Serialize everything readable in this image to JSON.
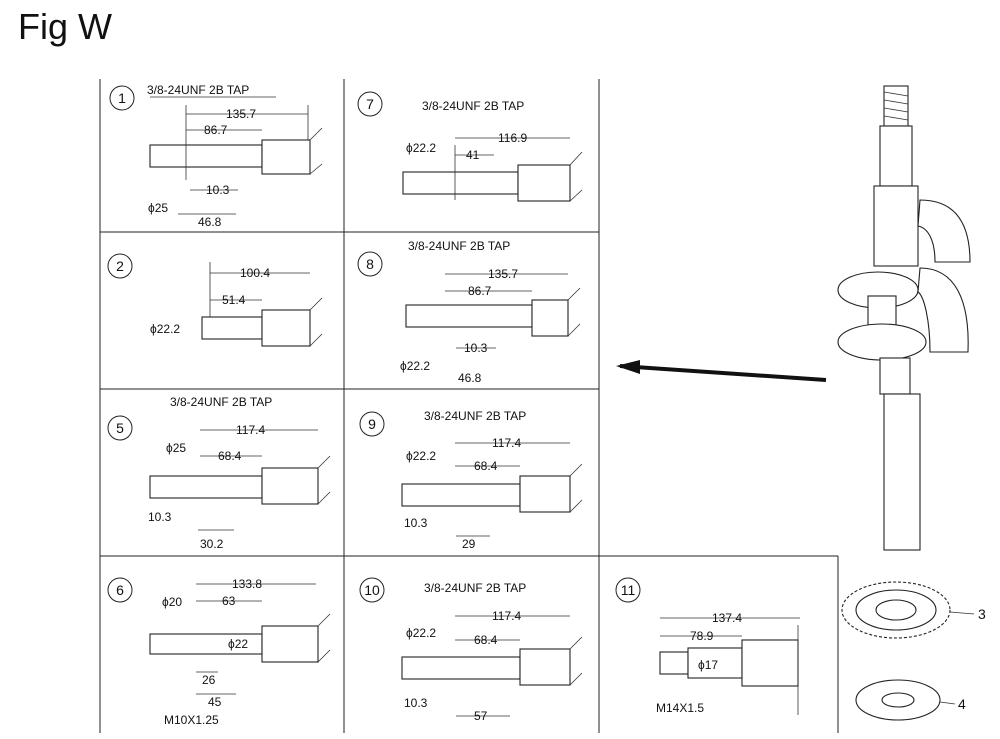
{
  "figure_title": "Fig W",
  "panels": [
    {
      "id": "1",
      "tap": "3/8-24UNF 2B TAP",
      "dims": [
        "135.7",
        "86.7",
        "10.3",
        "ϕ25",
        "46.8"
      ]
    },
    {
      "id": "7",
      "tap": "3/8-24UNF 2B TAP",
      "dims": [
        "116.9",
        "ϕ22.2",
        "41"
      ]
    },
    {
      "id": "2",
      "tap": "",
      "dims": [
        "100.4",
        "51.4",
        "ϕ22.2"
      ]
    },
    {
      "id": "8",
      "tap": "3/8-24UNF 2B TAP",
      "dims": [
        "135.7",
        "86.7",
        "10.3",
        "ϕ22.2",
        "46.8"
      ]
    },
    {
      "id": "5",
      "tap": "3/8-24UNF 2B TAP",
      "dims": [
        "117.4",
        "ϕ25",
        "68.4",
        "10.3",
        "30.2"
      ]
    },
    {
      "id": "9",
      "tap": "3/8-24UNF 2B TAP",
      "dims": [
        "117.4",
        "ϕ22.2",
        "68.4",
        "10.3",
        "29"
      ]
    },
    {
      "id": "6",
      "tap": "",
      "dims": [
        "133.8",
        "ϕ20",
        "63",
        "ϕ22",
        "26",
        "45",
        "M10X1.25"
      ]
    },
    {
      "id": "10",
      "tap": "3/8-24UNF 2B TAP",
      "dims": [
        "117.4",
        "ϕ22.2",
        "68.4",
        "10.3",
        "57"
      ]
    },
    {
      "id": "11",
      "tap": "",
      "dims": [
        "137.4",
        "78.9",
        "ϕ17",
        "M14X1.5"
      ]
    }
  ],
  "callouts": [
    "3",
    "4"
  ]
}
